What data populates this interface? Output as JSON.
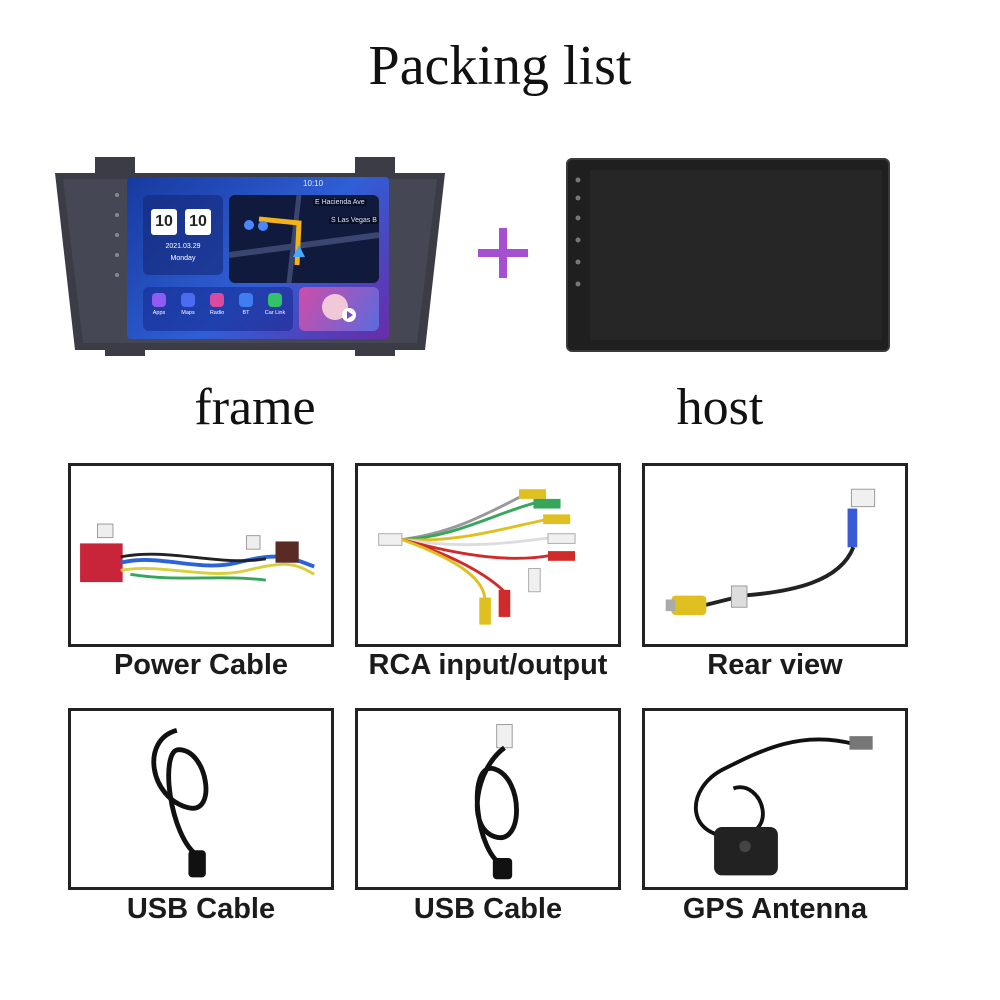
{
  "title": "Packing list",
  "main_items": {
    "frame_label": "frame",
    "host_label": "host",
    "plus_symbol": "+"
  },
  "frame_screen": {
    "clock_h1": "10",
    "clock_h2": "10",
    "date": "2021.03.29",
    "weekday": "Monday",
    "status_time": "10:10",
    "street_1": "E Hacienda Ave",
    "street_2": "S Las Vegas B",
    "apps": [
      "Apps",
      "Maps",
      "Radio",
      "BT",
      "Car Link"
    ]
  },
  "accessories": [
    {
      "label": "Power Cable",
      "icon": "power-harness"
    },
    {
      "label": "RCA input/output",
      "icon": "rca-cables"
    },
    {
      "label": "Rear view",
      "icon": "rear-view-cable"
    },
    {
      "label": "USB Cable",
      "icon": "usb-cable"
    },
    {
      "label": "USB Cable",
      "icon": "usb-cable"
    },
    {
      "label": "GPS Antenna",
      "icon": "gps-antenna"
    }
  ],
  "colors": {
    "plus": "#a64fd1",
    "border": "#222222"
  }
}
